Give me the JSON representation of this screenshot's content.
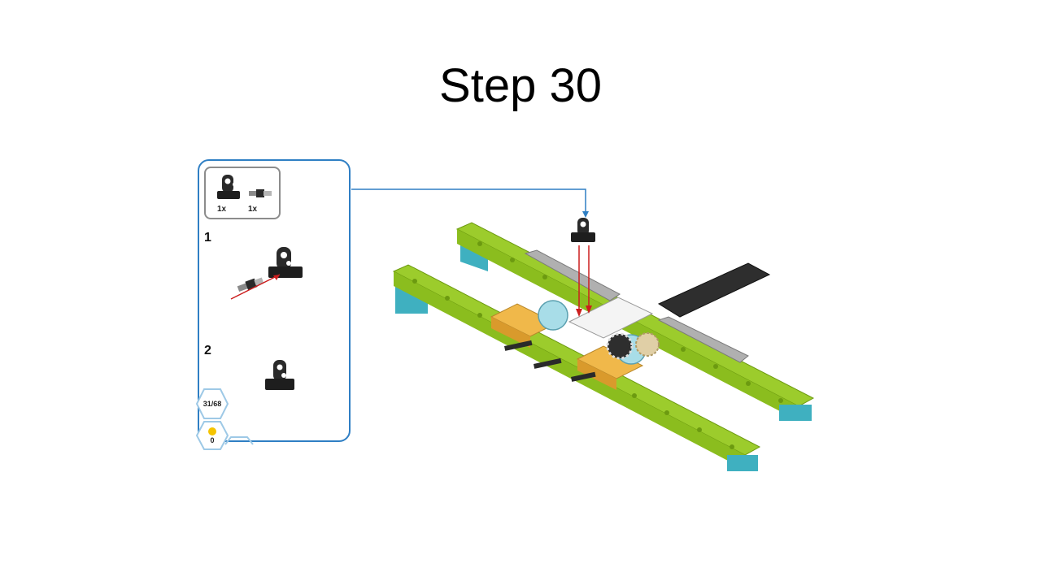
{
  "slide": {
    "title": "Step 30"
  },
  "instructions": {
    "parts_list": [
      {
        "icon": "beam-connector-icon",
        "qty": "1x"
      },
      {
        "icon": "axle-pin-icon",
        "qty": "1x"
      }
    ],
    "substeps": [
      {
        "number": "1"
      },
      {
        "number": "2"
      }
    ],
    "page_counter": "31/68",
    "score_counter": "0"
  },
  "colors": {
    "panel_border": "#2f7fc4",
    "lime": "#9ccc2c",
    "teal": "#3fb0c0",
    "orange": "#f0b84a",
    "dark": "#2a2a2a",
    "arrow_red": "#cc1e1e"
  }
}
